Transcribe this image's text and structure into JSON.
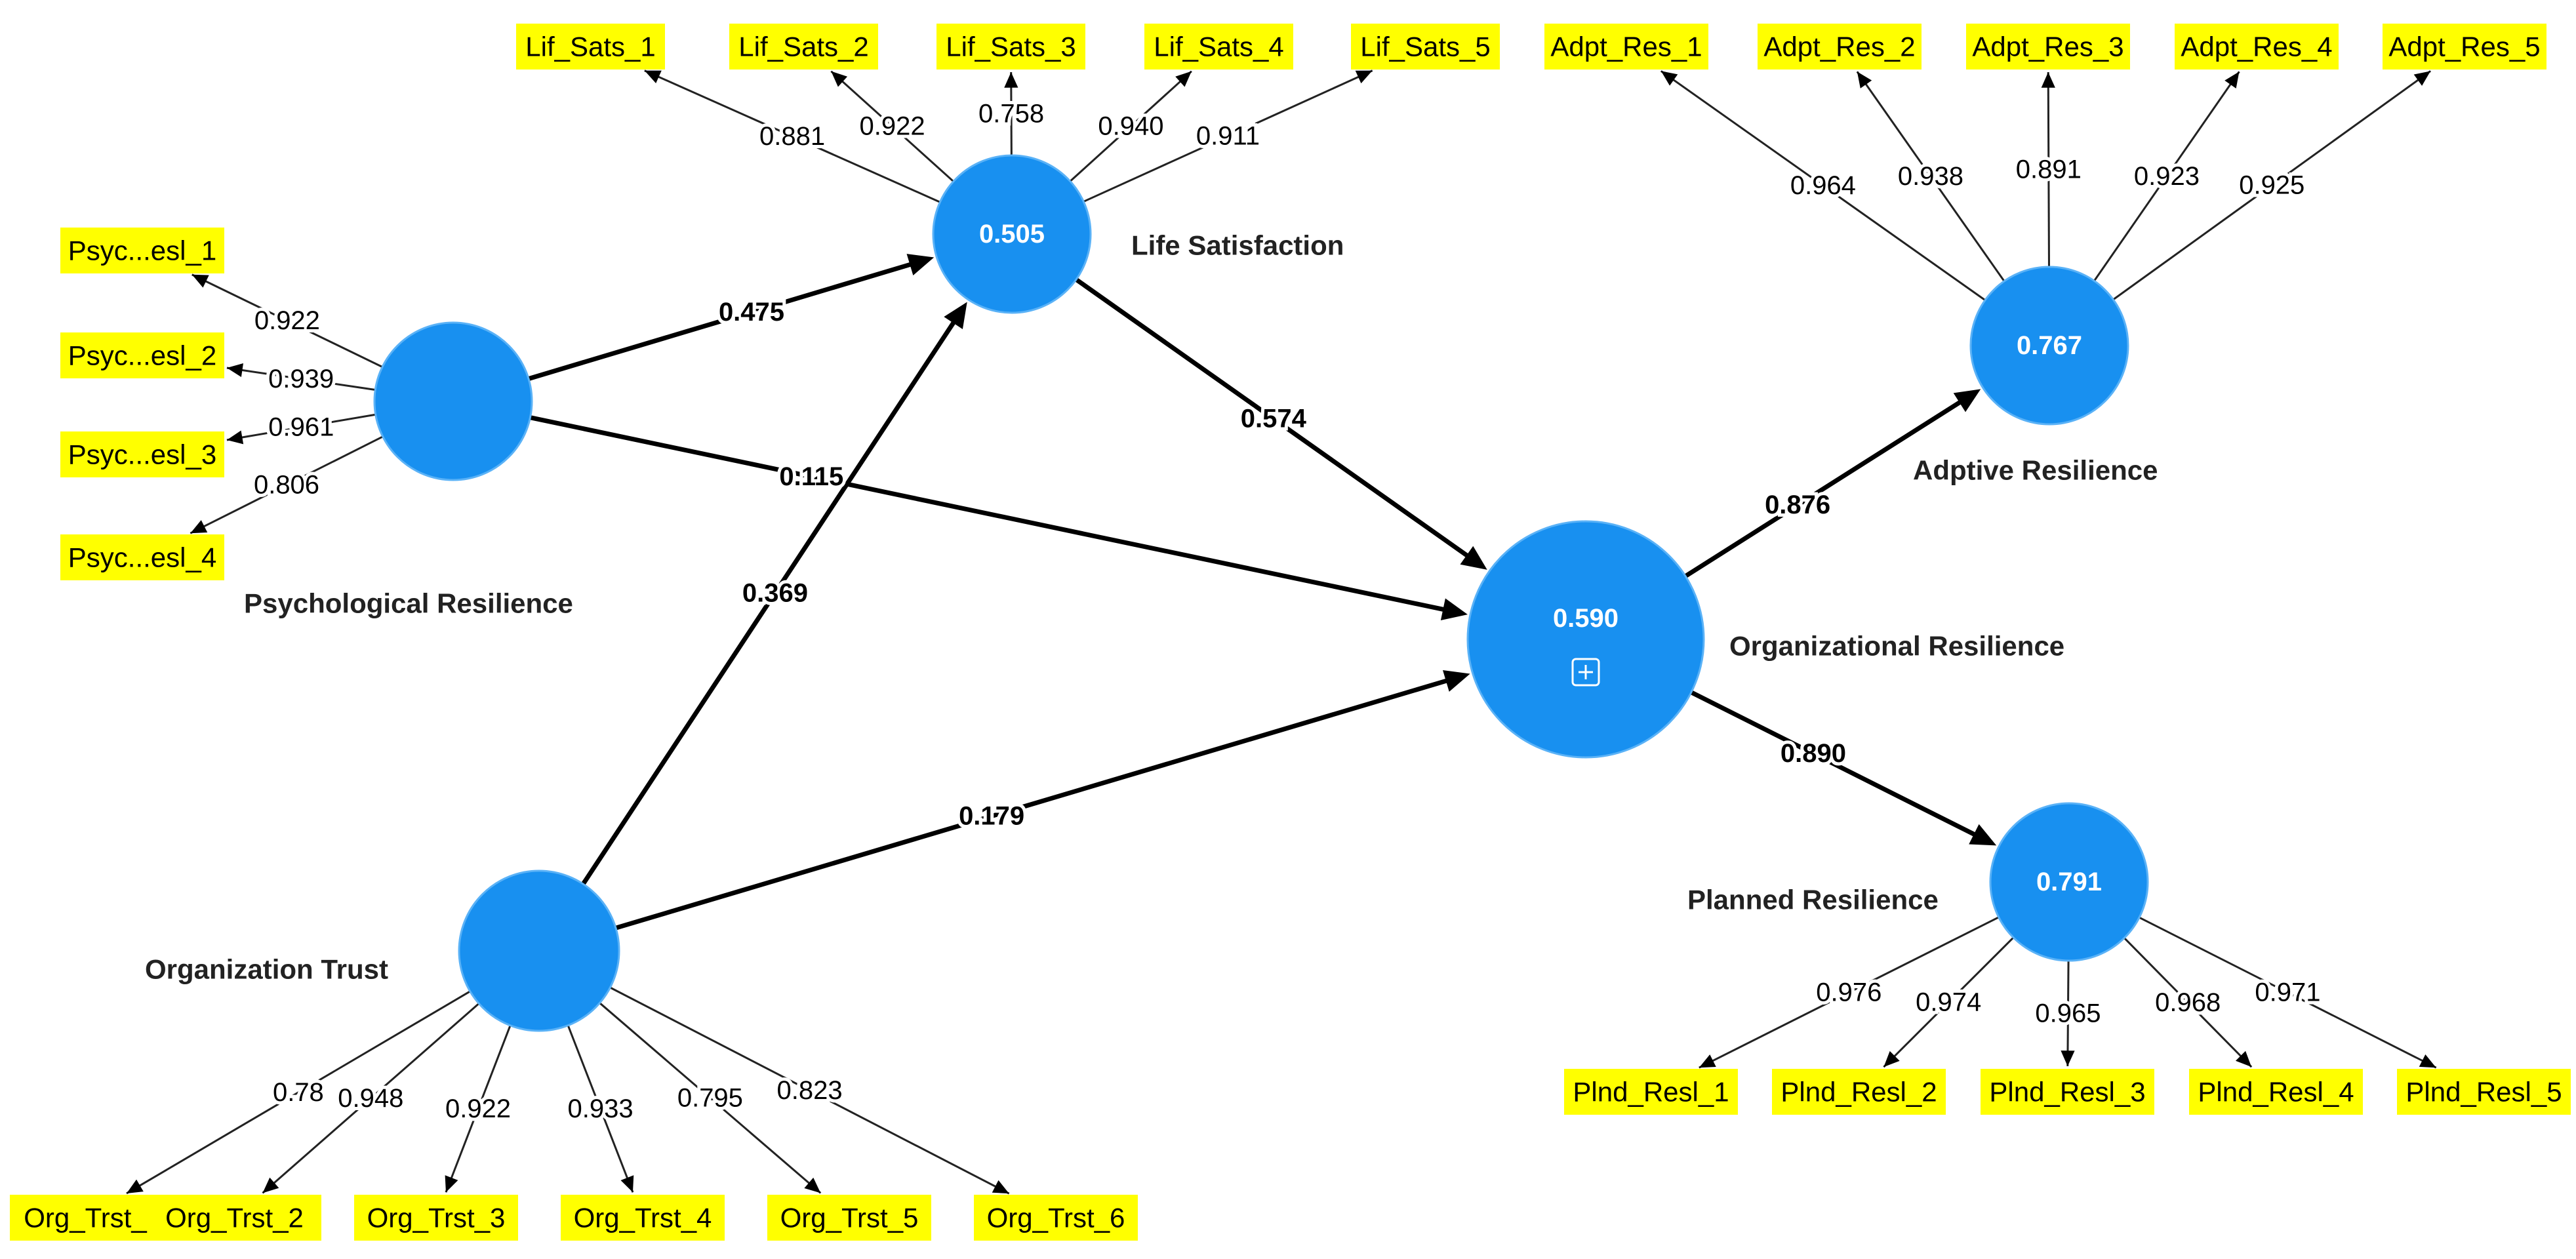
{
  "constructs": [
    {
      "id": "LS",
      "label": "Life Satisfaction",
      "r2": "0.505"
    },
    {
      "id": "PR",
      "label": "Psychological Resilience",
      "r2": ""
    },
    {
      "id": "OT",
      "label": "Organization Trust",
      "r2": ""
    },
    {
      "id": "OR",
      "label": "Organizational Resilience",
      "r2": "0.590"
    },
    {
      "id": "AR",
      "label": "Adptive Resilience",
      "r2": "0.767"
    },
    {
      "id": "PL",
      "label": "Planned Resilience",
      "r2": "0.791"
    }
  ],
  "indicators": [
    {
      "id": "ls1",
      "label": "Lif_Sats_1",
      "construct": "LS",
      "loading": "0.881"
    },
    {
      "id": "ls2",
      "label": "Lif_Sats_2",
      "construct": "LS",
      "loading": "0.922"
    },
    {
      "id": "ls3",
      "label": "Lif_Sats_3",
      "construct": "LS",
      "loading": "0.758"
    },
    {
      "id": "ls4",
      "label": "Lif_Sats_4",
      "construct": "LS",
      "loading": "0.940"
    },
    {
      "id": "ls5",
      "label": "Lif_Sats_5",
      "construct": "LS",
      "loading": "0.911"
    },
    {
      "id": "ar1",
      "label": "Adpt_Res_1",
      "construct": "AR",
      "loading": "0.964"
    },
    {
      "id": "ar2",
      "label": "Adpt_Res_2",
      "construct": "AR",
      "loading": "0.938"
    },
    {
      "id": "ar3",
      "label": "Adpt_Res_3",
      "construct": "AR",
      "loading": "0.891"
    },
    {
      "id": "ar4",
      "label": "Adpt_Res_4",
      "construct": "AR",
      "loading": "0.923"
    },
    {
      "id": "ar5",
      "label": "Adpt_Res_5",
      "construct": "AR",
      "loading": "0.925"
    },
    {
      "id": "pr1",
      "label": "Psyc...esl_1",
      "construct": "PR",
      "loading": "0.922"
    },
    {
      "id": "pr2",
      "label": "Psyc...esl_2",
      "construct": "PR",
      "loading": "0.939"
    },
    {
      "id": "pr3",
      "label": "Psyc...esl_3",
      "construct": "PR",
      "loading": "0.961"
    },
    {
      "id": "pr4",
      "label": "Psyc...esl_4",
      "construct": "PR",
      "loading": "0.806"
    },
    {
      "id": "ot1",
      "label": "Org_Trst_",
      "construct": "OT",
      "loading": "0.78"
    },
    {
      "id": "ot2",
      "label": "Org_Trst_2",
      "construct": "OT",
      "loading": "0.948"
    },
    {
      "id": "ot3",
      "label": "Org_Trst_3",
      "construct": "OT",
      "loading": "0.922"
    },
    {
      "id": "ot4",
      "label": "Org_Trst_4",
      "construct": "OT",
      "loading": "0.933"
    },
    {
      "id": "ot5",
      "label": "Org_Trst_5",
      "construct": "OT",
      "loading": "0.795"
    },
    {
      "id": "ot6",
      "label": "Org_Trst_6",
      "construct": "OT",
      "loading": "0.823"
    },
    {
      "id": "pl1",
      "label": "Plnd_Resl_1",
      "construct": "PL",
      "loading": "0.976"
    },
    {
      "id": "pl2",
      "label": "Plnd_Resl_2",
      "construct": "PL",
      "loading": "0.974"
    },
    {
      "id": "pl3",
      "label": "Plnd_Resl_3",
      "construct": "PL",
      "loading": "0.965"
    },
    {
      "id": "pl4",
      "label": "Plnd_Resl_4",
      "construct": "PL",
      "loading": "0.968"
    },
    {
      "id": "pl5",
      "label": "Plnd_Resl_5",
      "construct": "PL",
      "loading": "0.971"
    }
  ],
  "paths": [
    {
      "id": "pr-ls",
      "from": "PR",
      "to": "LS",
      "coef": "0.475"
    },
    {
      "id": "ot-ls",
      "from": "OT",
      "to": "LS",
      "coef": "0.369"
    },
    {
      "id": "ls-or",
      "from": "LS",
      "to": "OR",
      "coef": "0.574"
    },
    {
      "id": "pr-or",
      "from": "PR",
      "to": "OR",
      "coef": "0.115"
    },
    {
      "id": "ot-or",
      "from": "OT",
      "to": "OR",
      "coef": "0.179"
    },
    {
      "id": "or-ar",
      "from": "OR",
      "to": "AR",
      "coef": "0.876"
    },
    {
      "id": "or-pl",
      "from": "OR",
      "to": "PL",
      "coef": "0.890"
    }
  ],
  "colors": {
    "indicator_fill": "#ffff00",
    "construct_fill": "#1890f0",
    "construct_label": "#222222"
  },
  "icons": {
    "expand": "plus-square-icon"
  }
}
